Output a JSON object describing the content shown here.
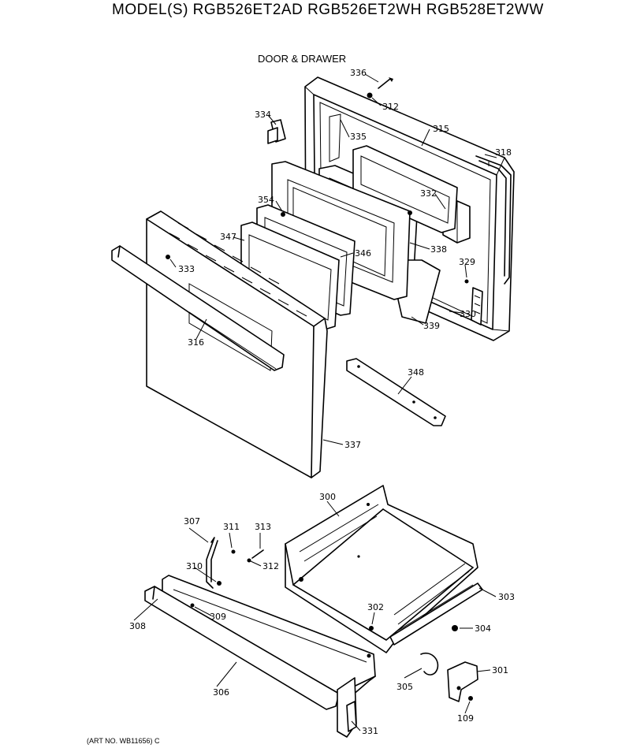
{
  "header": {
    "model_title": "MODEL(S) RGB526ET2AD  RGB526ET2WH  RGB528ET2WW",
    "section_title": "DOOR & DRAWER"
  },
  "footer": {
    "art_number": "(ART NO. WB11656) C"
  },
  "parts": [
    {
      "id": "p336",
      "label": "336"
    },
    {
      "id": "p312a",
      "label": "312"
    },
    {
      "id": "p334",
      "label": "334"
    },
    {
      "id": "p335",
      "label": "335"
    },
    {
      "id": "p315",
      "label": "315"
    },
    {
      "id": "p318",
      "label": "318"
    },
    {
      "id": "p354",
      "label": "354"
    },
    {
      "id": "p332",
      "label": "332"
    },
    {
      "id": "p347",
      "label": "347"
    },
    {
      "id": "p346",
      "label": "346"
    },
    {
      "id": "p338",
      "label": "338"
    },
    {
      "id": "p333",
      "label": "333"
    },
    {
      "id": "p329",
      "label": "329"
    },
    {
      "id": "p330",
      "label": "330"
    },
    {
      "id": "p339",
      "label": "339"
    },
    {
      "id": "p316",
      "label": "316"
    },
    {
      "id": "p348",
      "label": "348"
    },
    {
      "id": "p337",
      "label": "337"
    },
    {
      "id": "p300",
      "label": "300"
    },
    {
      "id": "p307",
      "label": "307"
    },
    {
      "id": "p311",
      "label": "311"
    },
    {
      "id": "p313",
      "label": "313"
    },
    {
      "id": "p312b",
      "label": "312"
    },
    {
      "id": "p310",
      "label": "310"
    },
    {
      "id": "p303",
      "label": "303"
    },
    {
      "id": "p309",
      "label": "309"
    },
    {
      "id": "p308a",
      "label": "308"
    },
    {
      "id": "p302",
      "label": "302"
    },
    {
      "id": "p304",
      "label": "304"
    },
    {
      "id": "p301",
      "label": "301"
    },
    {
      "id": "p305",
      "label": "305"
    },
    {
      "id": "p306",
      "label": "306"
    },
    {
      "id": "p109",
      "label": "109"
    },
    {
      "id": "p331",
      "label": "331"
    }
  ]
}
